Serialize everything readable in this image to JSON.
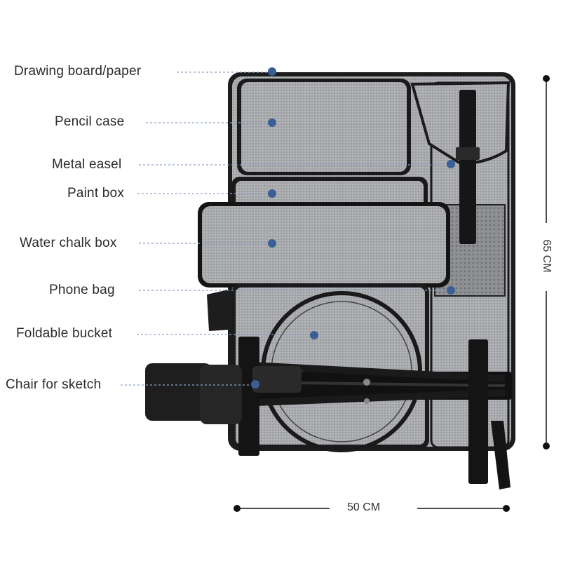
{
  "labels": [
    {
      "id": "drawing-board",
      "text": "Drawing board/paper"
    },
    {
      "id": "pencil-case",
      "text": "Pencil case"
    },
    {
      "id": "metal-easel",
      "text": "Metal easel"
    },
    {
      "id": "paint-box",
      "text": "Paint box"
    },
    {
      "id": "water-chalk-box",
      "text": "Water chalk box"
    },
    {
      "id": "phone-bag",
      "text": "Phone bag"
    },
    {
      "id": "foldable-bucket",
      "text": "Foldable bucket"
    },
    {
      "id": "chair-for-sketch",
      "text": "Chair for sketch"
    }
  ],
  "dimensions": {
    "height": "65 CM",
    "width": "50 CM"
  },
  "colors": {
    "callout_dot": "#3a5f95",
    "leader_line": "#8aa2c4",
    "bag_fabric": "#a9abae",
    "trim": "#1b1b1b"
  }
}
